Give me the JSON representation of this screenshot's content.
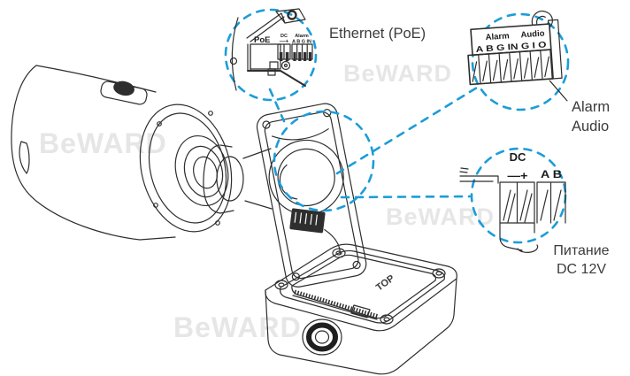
{
  "colors": {
    "accent": "#1b9dd9",
    "line": "#2e2e2e",
    "text": "#3b3b3b",
    "watermark": "#e6e6e6"
  },
  "annotations": {
    "ethernet_label": "Ethernet (PoE)",
    "alarm_label_line1": "Alarm",
    "alarm_label_line2": "Audio",
    "power_label_line1": "Питание",
    "power_label_line2": "DC 12V"
  },
  "callout_rear_panel": {
    "poe_label": "PoE",
    "dc_label": "DC",
    "dc_pins": "—+",
    "alarm_label": "Alarm",
    "alarm_pins": "A B G IN"
  },
  "callout_alarm_audio": {
    "header_alarm": "Alarm",
    "header_audio": "Audio",
    "pins": "A B G IN G I O"
  },
  "callout_dc": {
    "dc_label": "DC",
    "dc_pins": "—+",
    "ab_pins": "A B"
  },
  "junction_box": {
    "top_marking": "TOP"
  },
  "watermark_text": "BeWARD"
}
